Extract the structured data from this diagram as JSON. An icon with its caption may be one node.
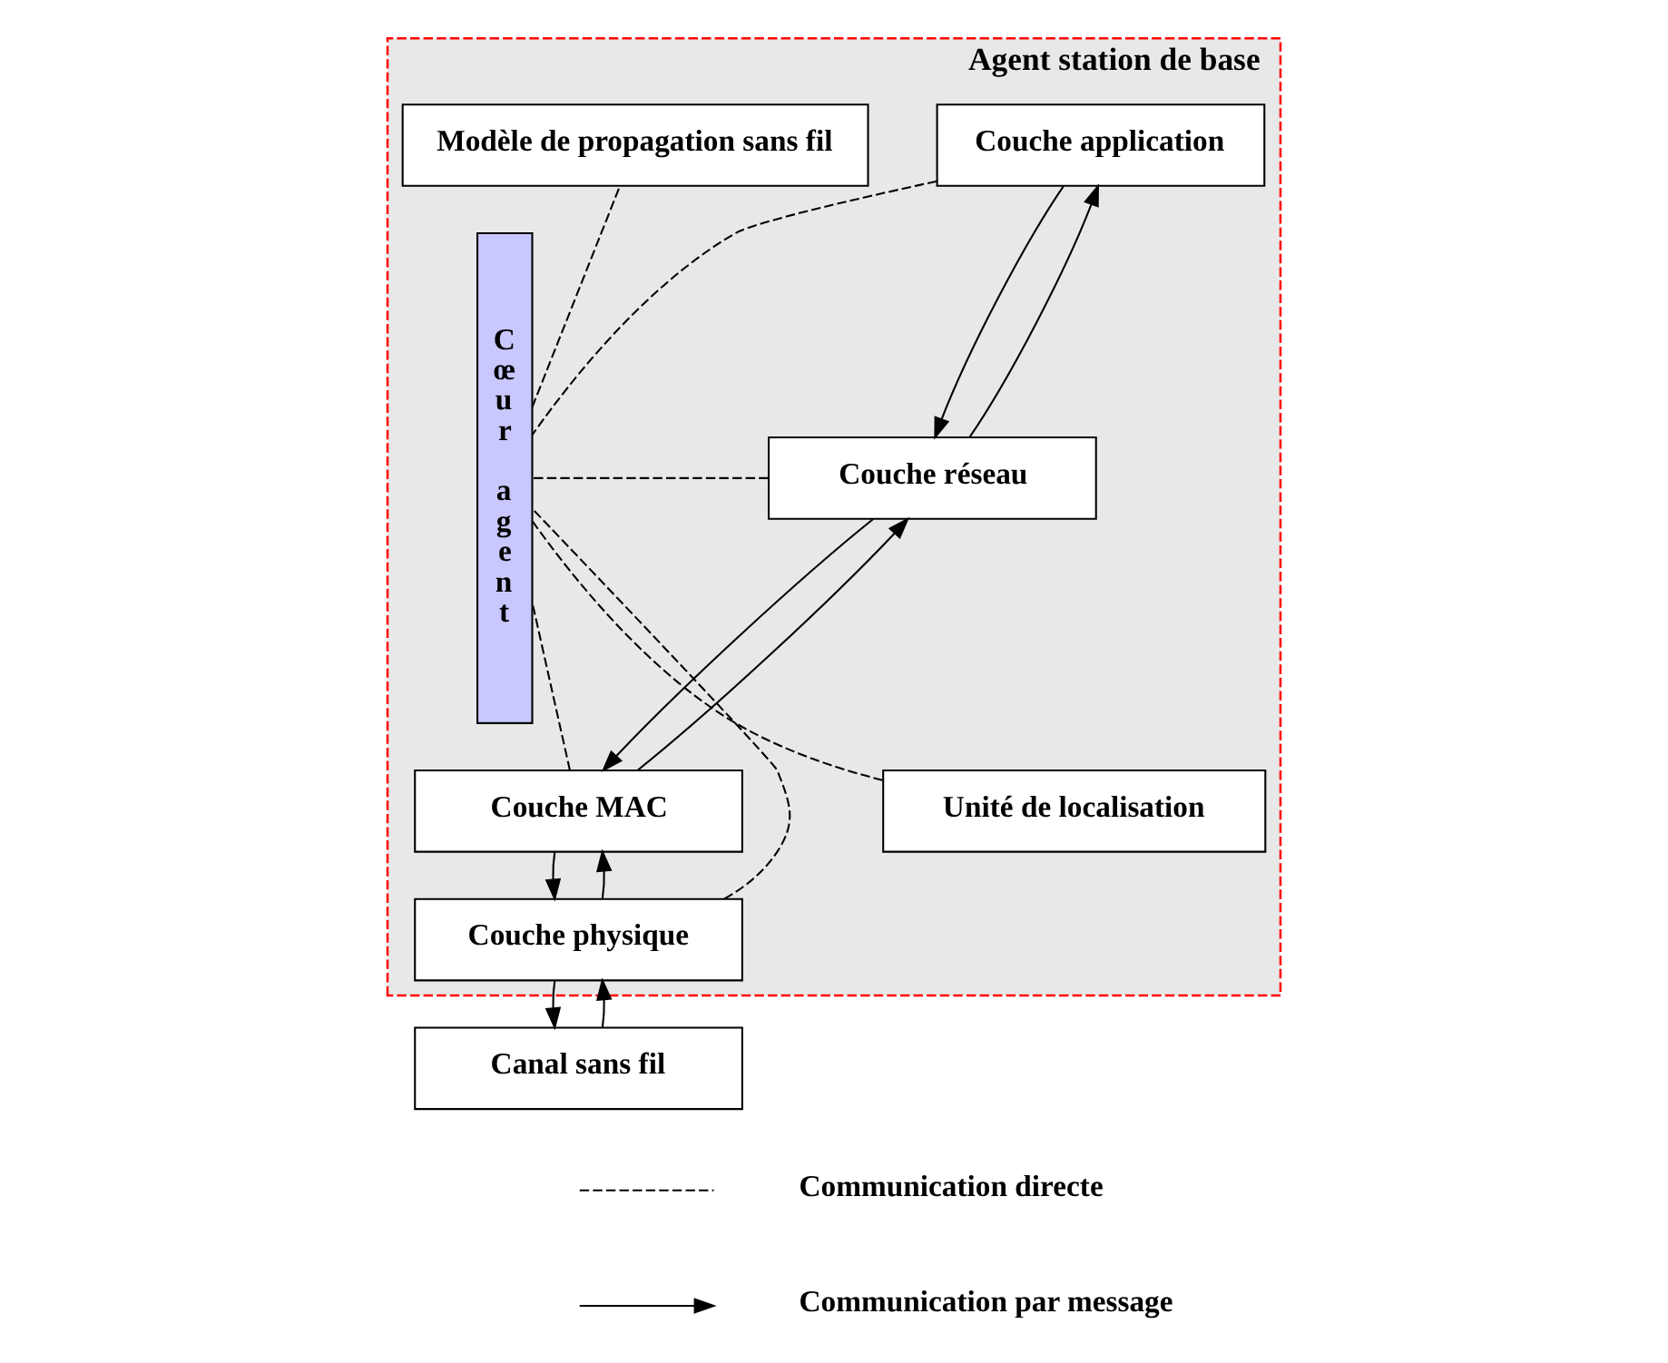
{
  "diagram": {
    "nodes": [
      {
        "text": [
          "Agent station de base"
        ]
      },
      {
        "text": [
          "Couche application"
        ],
        "in": 0
      },
      {
        "text": [
          "Couche réseau"
        ],
        "in": 0
      },
      {
        "text": [
          "Couche MAC"
        ],
        "in": 0
      },
      {
        "text": [
          "Couche physique"
        ],
        "in": 0
      },
      {
        "text": [
          "Cœur agent"
        ],
        "in": 0
      },
      {
        "text": [
          "Modèle de propagation sans fil"
        ],
        "in": 0
      },
      {
        "text": [
          "Unité de localisation"
        ],
        "in": 0
      },
      {
        "text": [
          "Canal sans fil"
        ]
      }
    ],
    "edges": [
      {
        "from": 1,
        "to": 2,
        "arrow": "to"
      },
      {
        "from": 2,
        "to": 1,
        "arrow": "to"
      },
      {
        "from": 2,
        "to": 3,
        "arrow": "to"
      },
      {
        "from": 3,
        "to": 2,
        "arrow": "to"
      },
      {
        "from": 3,
        "to": 4,
        "arrow": "to"
      },
      {
        "from": 4,
        "to": 3,
        "arrow": "to"
      },
      {
        "from": 4,
        "to": 8,
        "arrow": "to"
      },
      {
        "from": 8,
        "to": 4,
        "arrow": "to"
      },
      {
        "from": 1,
        "to": 5,
        "arrow": "none",
        "style": "dashed"
      },
      {
        "from": 2,
        "to": 5,
        "arrow": "none",
        "style": "dashed"
      },
      {
        "from": 3,
        "to": 5,
        "arrow": "none",
        "style": "dashed"
      },
      {
        "from": 4,
        "to": 5,
        "arrow": "none",
        "style": "dashed"
      },
      {
        "from": 5,
        "to": 6,
        "arrow": "none",
        "style": "dashed"
      },
      {
        "from": 5,
        "to": 7,
        "arrow": "none",
        "style": "dashed"
      }
    ],
    "legend": [
      {
        "text": "Communication directe"
      },
      {
        "text": "Communication par message"
      }
    ]
  }
}
